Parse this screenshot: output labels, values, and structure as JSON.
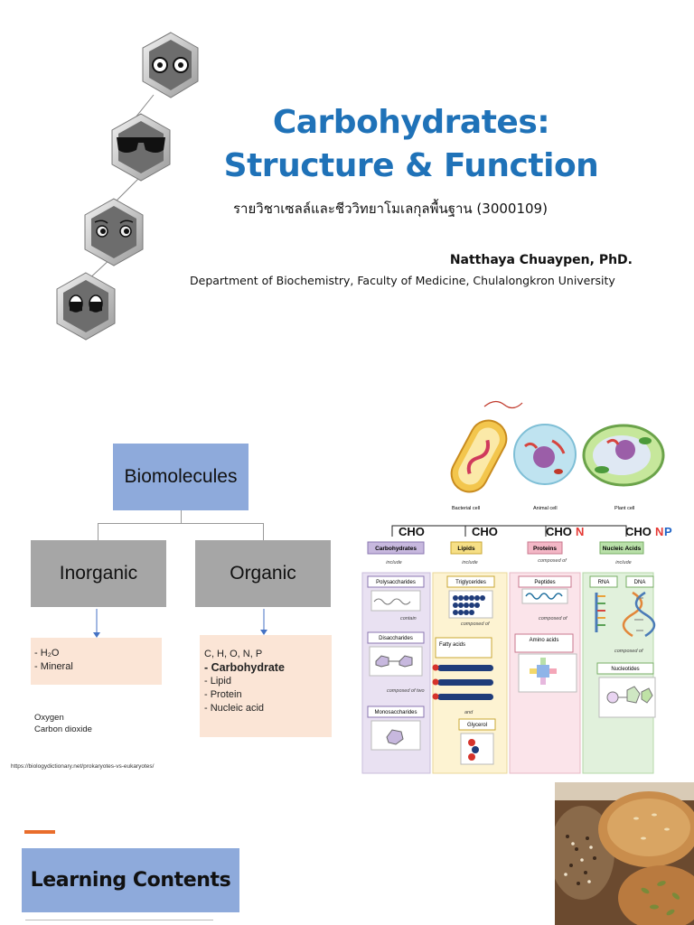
{
  "slide1": {
    "title_line1": "Carbohydrates:",
    "title_line2": "Structure & Function",
    "subtitle_thai": "รายวิชาเซลล์และชีววิทยาโมเลกุลพื้นฐาน (3000109)",
    "author": "Natthaya Chuaypen, PhD.",
    "department": "Department of Biochemistry, Faculty of Medicine, Chulalongkron University",
    "mascot_icons": [
      "wide-eyes-hexagon-icon",
      "sunglasses-hexagon-icon",
      "worried-eyes-hexagon-icon",
      "sleepy-eyes-hexagon-icon"
    ],
    "colors": {
      "title": "#1f72b8"
    }
  },
  "slide2": {
    "root": "Biomolecules",
    "inorganic": "Inorganic",
    "organic": "Organic",
    "inorganic_items": [
      "- H₂O",
      "- Mineral"
    ],
    "organic_elements": "C, H, O, N, P",
    "organic_items": [
      "- Carbohydrate",
      "- Lipid",
      "- Protein",
      "- Nucleic acid"
    ],
    "gases": [
      "Oxygen",
      "Carbon dioxide"
    ],
    "source_url": "https://biologydictionary.net/prokaryotes-vs-eukaryotes/",
    "cells": [
      "Bacterial cell",
      "Animal cell",
      "Plant cell"
    ],
    "element_labels": [
      "CHO",
      "CHO",
      "CHO",
      "N",
      "CHO",
      "N",
      "P"
    ],
    "columns": {
      "carbohydrates": {
        "head": "Carbohydrates",
        "include": "include",
        "items": [
          "Polysaccharides",
          "contain",
          "Disaccharides",
          "composed of two",
          "Monosaccharides"
        ]
      },
      "lipids": {
        "head": "Lipids",
        "include": "include",
        "items": [
          "Triglycerides",
          "composed of",
          "Fatty acids",
          "and",
          "Glycerol"
        ]
      },
      "proteins": {
        "head": "Proteins",
        "include": "composed of",
        "items": [
          "Peptides",
          "composed of",
          "Amino acids"
        ]
      },
      "nucleic": {
        "head": "Nucleic Acids",
        "include": "include",
        "items": [
          "RNA",
          "DNA",
          "composed of",
          "Nucleotides"
        ]
      }
    },
    "colors": {
      "box_blue": "#8eaadb",
      "box_gray": "#a6a6a6",
      "box_peach": "#fbe5d6",
      "nitrogen": "#e53935",
      "phosphorus": "#1e63c6"
    }
  },
  "slide3": {
    "heading": "Learning Contents",
    "colors": {
      "accent": "#e96d2b"
    }
  }
}
